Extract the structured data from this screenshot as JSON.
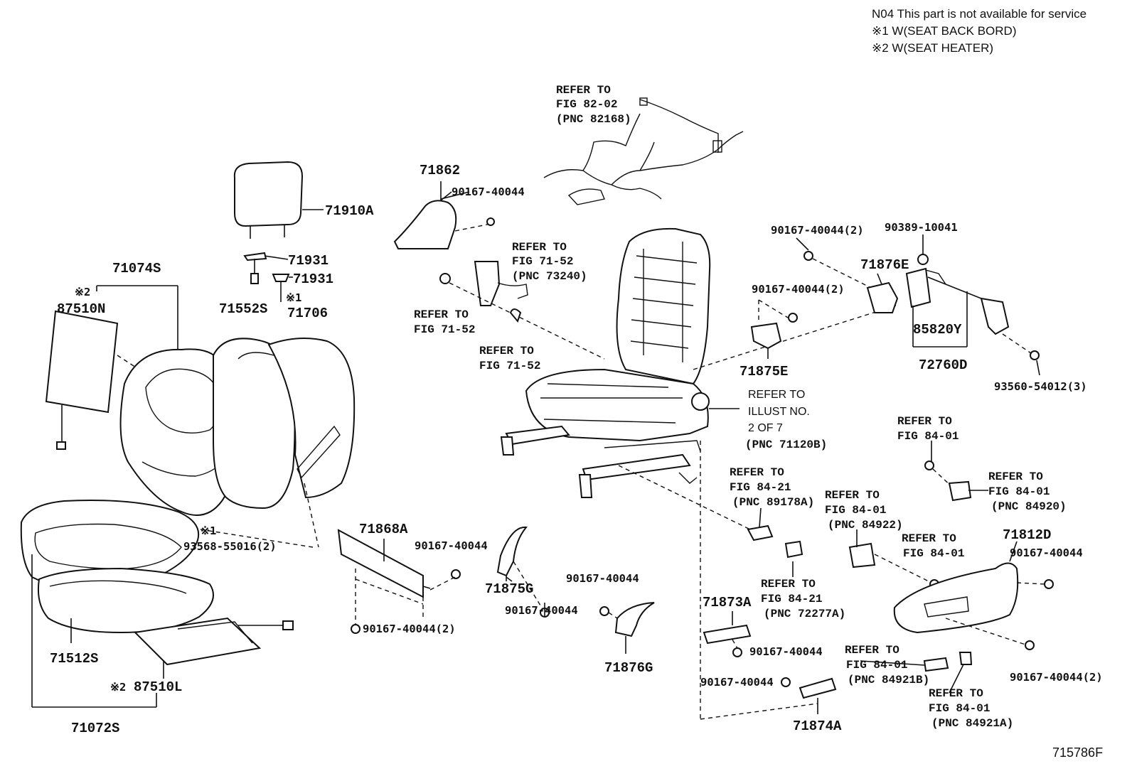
{
  "notes": {
    "n04": "N04 This part is not available for service",
    "mark1": "※1 W(SEAT BACK BORD)",
    "mark2": "※2 W(SEAT HEATER)"
  },
  "diagram_id": "715786F",
  "marks": {
    "m1": "※1",
    "m2": "※2"
  },
  "parts": {
    "p71910A": "71910A",
    "p71931a": "71931",
    "p71931b": "71931",
    "p71074S": "71074S",
    "p87510N": "87510N",
    "p71552S": "71552S",
    "p71706": "71706",
    "p93568": "93568-55016(2)",
    "p71862": "71862",
    "p90167_a": "90167-40044",
    "p71868A": "71868A",
    "p90167_b": "90167-40044",
    "p90167_c": "90167-40044(2)",
    "p71875G": "71875G",
    "p90167_d": "90167-40044",
    "p90167_e": "90167-40044",
    "p71876G": "71876G",
    "p71512S": "71512S",
    "p87510L": "87510L",
    "p71072S": "71072S",
    "p90167_f": "90167-40044(2)",
    "p90389": "90389-10041",
    "p71876E": "71876E",
    "p90167_g": "90167-40044(2)",
    "p85820Y": "85820Y",
    "p71875E": "71875E",
    "p72760D": "72760D",
    "p93560": "93560-54012(3)",
    "p71812D": "71812D",
    "p90167_h": "90167-40044",
    "p90167_i": "90167-40044(2)",
    "p71873A": "71873A",
    "p90167_j": "90167-40044",
    "p90167_k": "90167-40044",
    "p71874A": "71874A"
  },
  "refs": {
    "r8202": [
      "REFER TO",
      "FIG 82-02",
      "(PNC 82168)"
    ],
    "r7152a": [
      "REFER TO",
      "FIG 71-52",
      "(PNC 73240)"
    ],
    "r7152b": [
      "REFER TO",
      "FIG 71-52"
    ],
    "r7152c": [
      "REFER TO",
      "FIG 71-52"
    ],
    "rIllust": [
      "REFER TO",
      "ILLUST NO.",
      "2 OF 7",
      "(PNC 71120B)"
    ],
    "r8401a": [
      "REFER TO",
      "FIG 84-01"
    ],
    "r8401b": [
      "REFER TO",
      "FIG 84-01",
      "(PNC 84920)"
    ],
    "r8421a": [
      "REFER TO",
      "FIG 84-21",
      "(PNC 89178A)"
    ],
    "r8401c": [
      "REFER TO",
      "FIG 84-01",
      "(PNC 84922)"
    ],
    "r8401d": [
      "REFER TO",
      "FIG 84-01"
    ],
    "r8421b": [
      "REFER TO",
      "FIG 84-21",
      "(PNC 72277A)"
    ],
    "r8401e": [
      "REFER TO",
      "FIG 84-01",
      "(PNC 84921B)"
    ],
    "r8401f": [
      "REFER TO",
      "FIG 84-01",
      "(PNC 84921A)"
    ]
  }
}
